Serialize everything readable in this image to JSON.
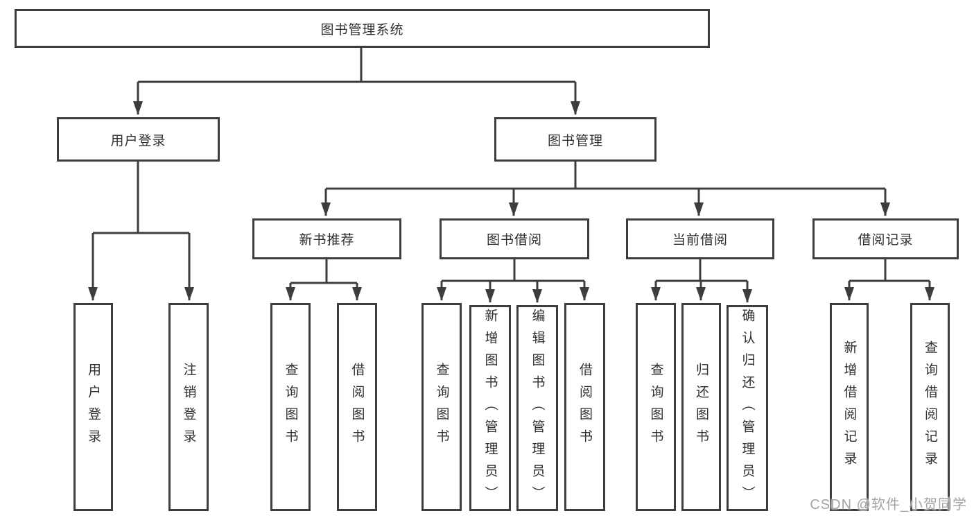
{
  "colors": {
    "background": "#ffffff",
    "line": "#3d3d3d",
    "box_border": "#3d3d3d",
    "text": "#2f2f2f",
    "watermark_text": "#a3a3a3"
  },
  "diagram": {
    "type": "hierarchy",
    "title": "图书管理系统",
    "nodes": {
      "root": {
        "label": "图书管理系统"
      },
      "user_login": {
        "label": "用户登录"
      },
      "book_mgmt": {
        "label": "图书管理"
      },
      "new_book_rec": {
        "label": "新书推荐"
      },
      "book_borrow": {
        "label": "图书借阅"
      },
      "current_borrow": {
        "label": "当前借阅"
      },
      "borrow_record": {
        "label": "借阅记录"
      },
      "leaf_user_login": {
        "label": "用户登录"
      },
      "leaf_logout": {
        "label": "注销登录"
      },
      "leaf_query_book_rec": {
        "label": "查询图书"
      },
      "leaf_borrow_book_rec": {
        "label": "借阅图书"
      },
      "leaf_query_book_borrow": {
        "label": "查询图书"
      },
      "leaf_add_book": {
        "label": "新增图书（管理员）"
      },
      "leaf_edit_book": {
        "label": "编辑图书（管理员）"
      },
      "leaf_borrow_book": {
        "label": "借阅图书"
      },
      "leaf_query_book_cur": {
        "label": "查询图书"
      },
      "leaf_return_book": {
        "label": "归还图书"
      },
      "leaf_confirm_return": {
        "label": "确认归还（管理员）"
      },
      "leaf_add_borrow_record": {
        "label": "新增借阅记录"
      },
      "leaf_query_borrow_record": {
        "label": "查询借阅记录"
      }
    },
    "edges": [
      [
        "root",
        "user_login"
      ],
      [
        "root",
        "book_mgmt"
      ],
      [
        "user_login",
        "leaf_user_login"
      ],
      [
        "user_login",
        "leaf_logout"
      ],
      [
        "book_mgmt",
        "new_book_rec"
      ],
      [
        "book_mgmt",
        "book_borrow"
      ],
      [
        "book_mgmt",
        "current_borrow"
      ],
      [
        "book_mgmt",
        "borrow_record"
      ],
      [
        "new_book_rec",
        "leaf_query_book_rec"
      ],
      [
        "new_book_rec",
        "leaf_borrow_book_rec"
      ],
      [
        "book_borrow",
        "leaf_query_book_borrow"
      ],
      [
        "book_borrow",
        "leaf_add_book"
      ],
      [
        "book_borrow",
        "leaf_edit_book"
      ],
      [
        "book_borrow",
        "leaf_borrow_book"
      ],
      [
        "current_borrow",
        "leaf_query_book_cur"
      ],
      [
        "current_borrow",
        "leaf_return_book"
      ],
      [
        "current_borrow",
        "leaf_confirm_return"
      ],
      [
        "borrow_record",
        "leaf_add_borrow_record"
      ],
      [
        "borrow_record",
        "leaf_query_borrow_record"
      ]
    ]
  },
  "watermark": {
    "text": "CSDN @软件_小贺同学"
  }
}
